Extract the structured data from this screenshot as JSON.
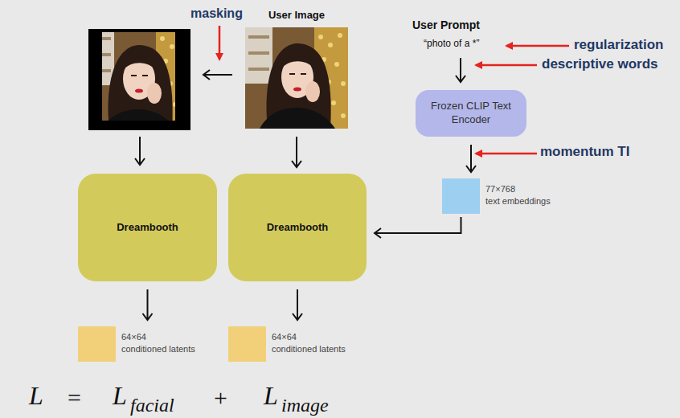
{
  "diagram": {
    "nodes": [
      {
        "text": [
          "User Image"
        ]
      },
      {
        "text": [
          "Frozen CLIP Text Encoder"
        ]
      },
      {
        "text": [
          "Dreambooth"
        ]
      },
      {
        "text": [
          "Dreambooth"
        ]
      },
      {
        "text": [
          "77×768",
          "text embeddings"
        ]
      },
      {
        "text": [
          "64×64",
          "conditioned latents"
        ]
      },
      {
        "text": [
          "64×64",
          "conditioned latents"
        ]
      }
    ],
    "edges": [
      {
        "from": 0,
        "to": 3,
        "arrow": "to"
      },
      {
        "from": 1,
        "to": 4,
        "arrow": "to"
      },
      {
        "from": 4,
        "to": 3,
        "arrow": "to"
      },
      {
        "from": 2,
        "to": 5,
        "arrow": "to"
      },
      {
        "from": 3,
        "to": 6,
        "arrow": "to"
      }
    ],
    "labels": [
      "masking",
      "User Prompt",
      "“photo of a *”",
      "regularization",
      "descriptive words",
      "momentum TI",
      "L",
      "=",
      "L",
      "facial",
      "+",
      "L",
      "image"
    ]
  }
}
